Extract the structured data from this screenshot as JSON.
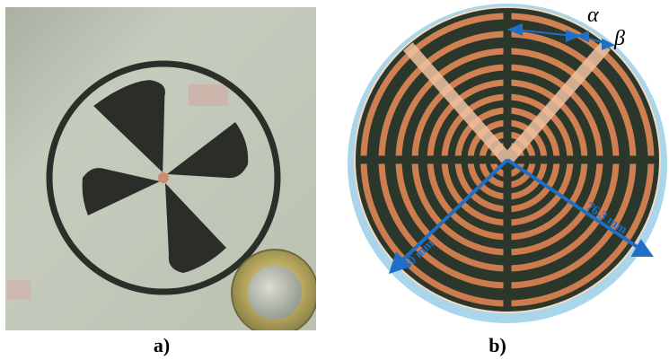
{
  "panels": [
    {
      "caption": "a)",
      "subject": "four-arm spiral antenna on substrate with coin for scale",
      "colors": {
        "substrate": "#c9cfc0",
        "metal": "#2a2d28",
        "coin": "#b9a45a"
      }
    },
    {
      "caption": "b)",
      "subject": "copper printed sinuous/log-periodic antenna disc with dimension annotations",
      "labels": {
        "alpha": "α",
        "beta": "β",
        "dim1": "80 mm",
        "dim2": "76.3 mm"
      },
      "colors": {
        "copper": "#d98a5a",
        "gap": "#2b3a2a",
        "annotation": "#1f6fc6",
        "rim": "#9fd1e8"
      }
    }
  ]
}
